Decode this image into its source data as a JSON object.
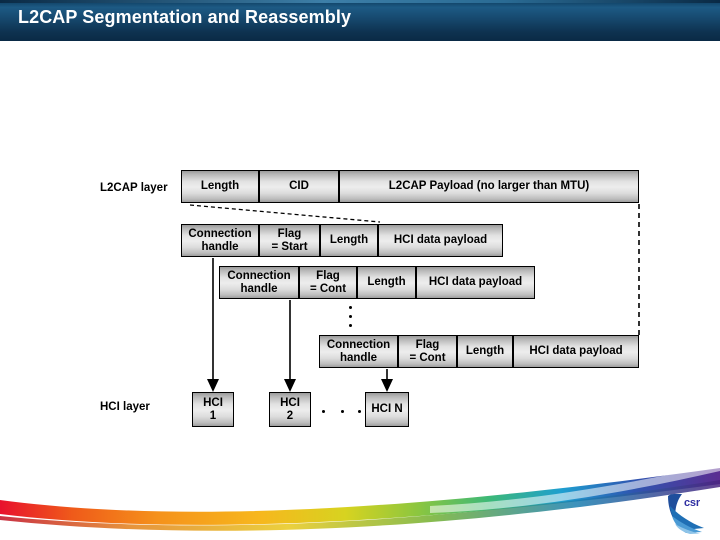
{
  "slide": {
    "title": "L2CAP Segmentation and Reassembly",
    "background_color": "#ffffff",
    "title_bar_color": "#16486d"
  },
  "diagram": {
    "labels": {
      "l2cap_layer": "L2CAP layer",
      "hci_layer": "HCI layer"
    },
    "l2cap_row": {
      "fields": [
        {
          "label": "Length"
        },
        {
          "label": "CID"
        },
        {
          "label": "L2CAP Payload (no larger than MTU)"
        }
      ]
    },
    "hci_rows": [
      {
        "fields": [
          {
            "label": "Connection\nhandle"
          },
          {
            "label": "Flag\n= Start"
          },
          {
            "label": "Length"
          },
          {
            "label": "HCI data payload"
          }
        ]
      },
      {
        "fields": [
          {
            "label": "Connection\nhandle"
          },
          {
            "label": "Flag\n= Cont"
          },
          {
            "label": "Length"
          },
          {
            "label": "HCI data payload"
          }
        ]
      },
      {
        "fields": [
          {
            "label": "Connection\nhandle"
          },
          {
            "label": "Flag\n= Cont"
          },
          {
            "label": "Length"
          },
          {
            "label": "HCI data payload"
          }
        ]
      }
    ],
    "hci_packets": [
      {
        "label": "HCI\n1"
      },
      {
        "label": "HCI\n2"
      },
      {
        "label": "HCI N"
      }
    ],
    "vertical_ellipsis": "•••",
    "horizontal_ellipsis": "• • •"
  },
  "branding": {
    "logo_text": "csr",
    "logo_color": "#2f2fa2",
    "wave_colors": [
      "#e8112d",
      "#f07c1a",
      "#f5a623",
      "#f2d91a",
      "#8cc63f",
      "#2bb673",
      "#1f9fd0",
      "#2f55b0",
      "#5b2d91"
    ]
  }
}
